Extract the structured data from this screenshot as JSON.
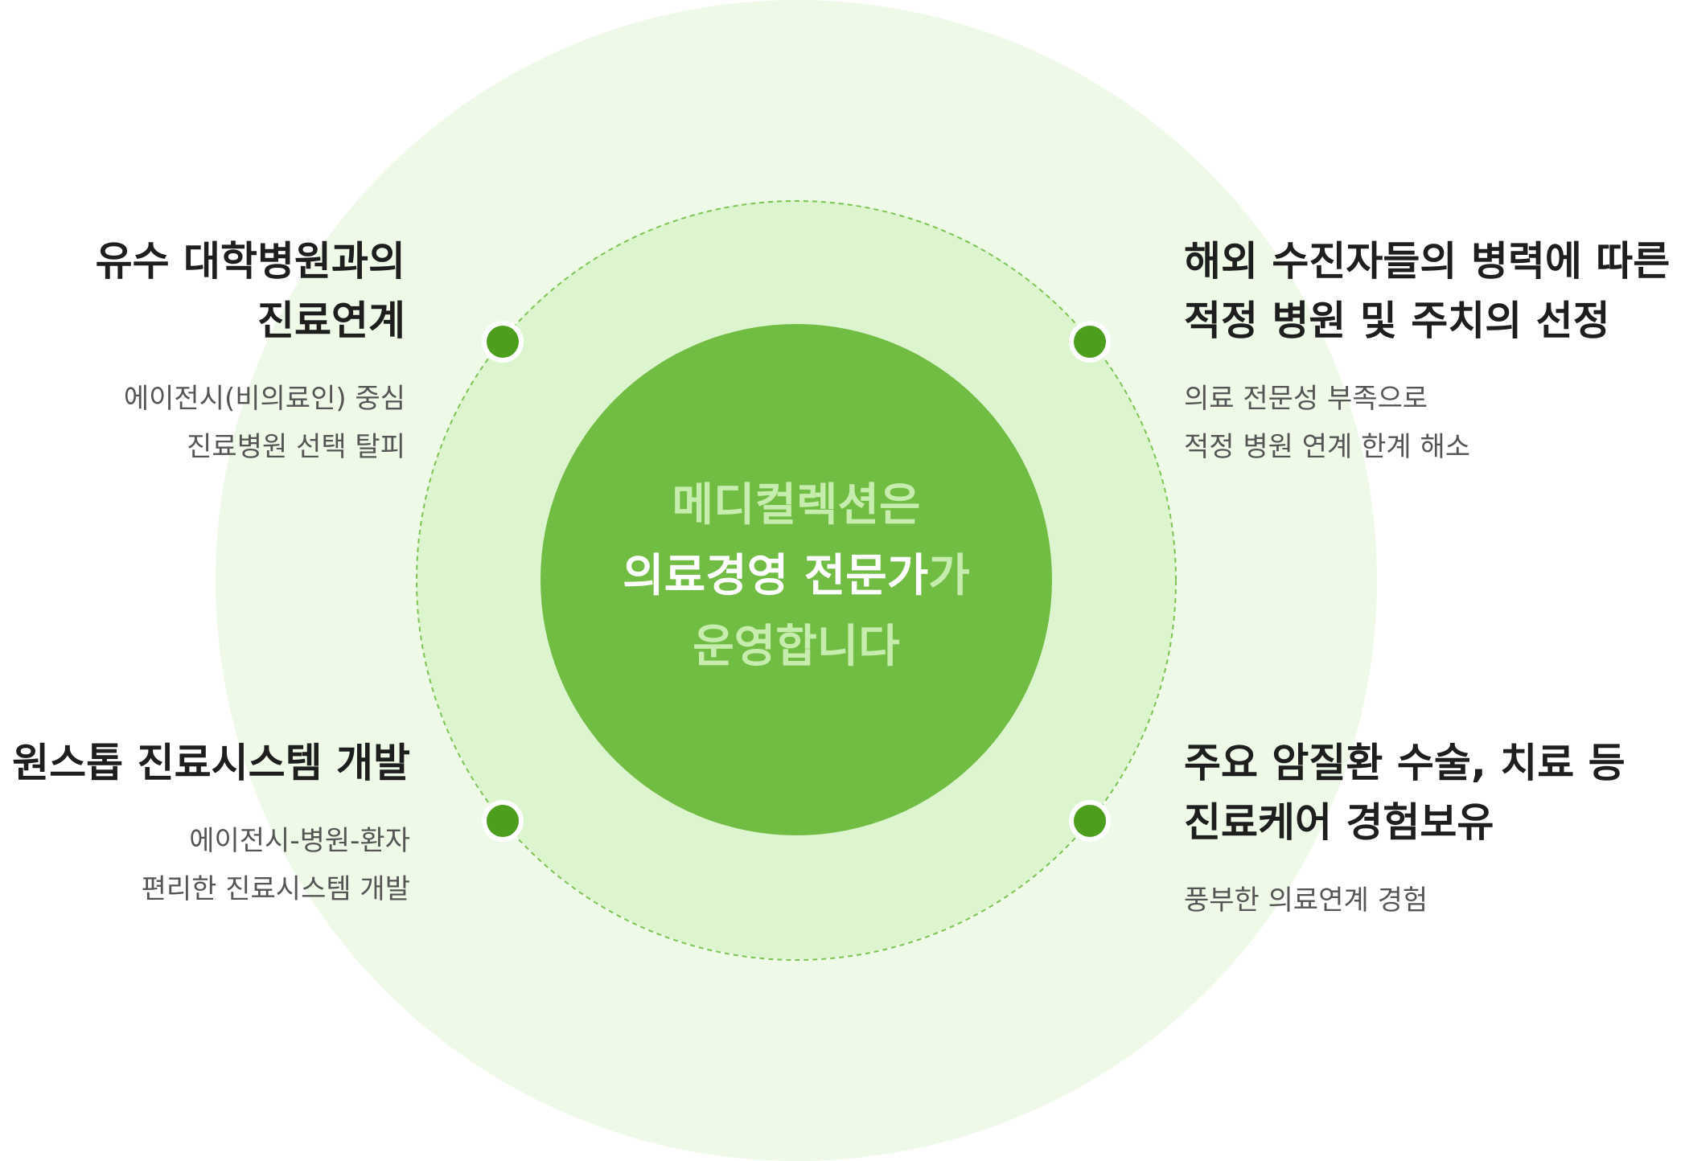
{
  "center": {
    "line1": "메디컬렉션은",
    "line2_strong": "의료경영 전문가",
    "line2_suffix": "가",
    "line3": "운영합니다"
  },
  "features": [
    {
      "title_lines": [
        "유수 대학병원과의",
        "진료연계"
      ],
      "desc_lines": [
        "에이전시(비의료인) 중심",
        "진료병원 선택 탈피"
      ]
    },
    {
      "title_lines": [
        "해외 수진자들의 병력에 따른",
        "적정 병원 및 주치의 선정"
      ],
      "desc_lines": [
        "의료 전문성 부족으로",
        "적정 병원 연계 한계 해소"
      ]
    },
    {
      "title_lines": [
        "원스톱 진료시스템 개발"
      ],
      "desc_lines": [
        "에이전시-병원-환자",
        "편리한 진료시스템 개발"
      ]
    },
    {
      "title_lines": [
        "주요 암질환 수술, 치료 등",
        "진료케어 경험보유"
      ],
      "desc_lines": [
        "풍부한 의료연계 경험"
      ]
    }
  ],
  "colors": {
    "outer_circle": "#eef9e8",
    "middle_circle": "#dcf5cf",
    "inner_circle": "#71bc43",
    "dot": "#4c9e1c",
    "dashed_ring": "#7cc451"
  }
}
